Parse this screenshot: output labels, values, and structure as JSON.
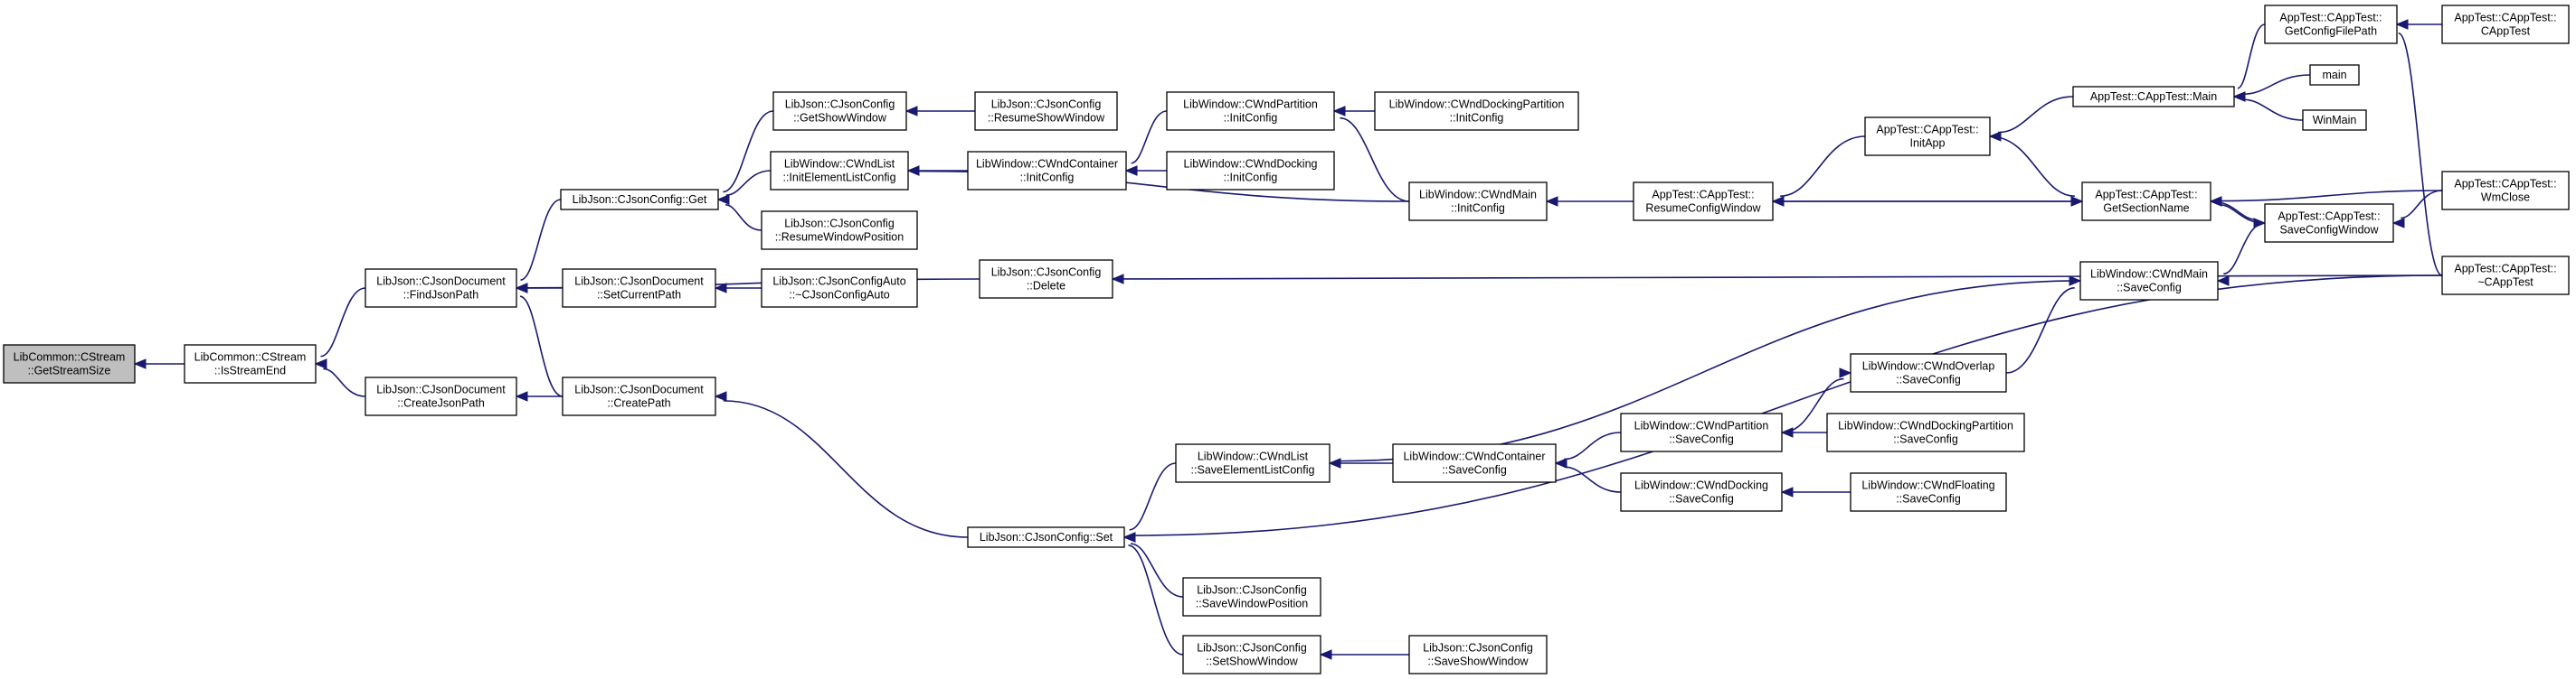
{
  "colors": {
    "edge": "#191970",
    "node_border": "#000000",
    "node_fill": "#ffffff",
    "root_fill": "#bfbfbf"
  },
  "nodes": [
    {
      "id": "getstreamsize",
      "lines": [
        "LibCommon::CStream",
        "::GetStreamSize"
      ],
      "root": true
    },
    {
      "id": "isstreamend",
      "lines": [
        "LibCommon::CStream",
        "::IsStreamEnd"
      ]
    },
    {
      "id": "findjsonpath",
      "lines": [
        "LibJson::CJsonDocument",
        "::FindJsonPath"
      ]
    },
    {
      "id": "createjsonpath",
      "lines": [
        "LibJson::CJsonDocument",
        "::CreateJsonPath"
      ]
    },
    {
      "id": "cfg_get",
      "lines": [
        "LibJson::CJsonConfig::Get"
      ]
    },
    {
      "id": "setcurrentpath",
      "lines": [
        "LibJson::CJsonDocument",
        "::SetCurrentPath"
      ]
    },
    {
      "id": "createpath",
      "lines": [
        "LibJson::CJsonDocument",
        "::CreatePath"
      ]
    },
    {
      "id": "cfg_delete",
      "lines": [
        "LibJson::CJsonConfig",
        "::Delete"
      ]
    },
    {
      "id": "cfg_set",
      "lines": [
        "LibJson::CJsonConfig::Set"
      ]
    },
    {
      "id": "getshowwindow",
      "lines": [
        "LibJson::CJsonConfig",
        "::GetShowWindow"
      ]
    },
    {
      "id": "list_initelem",
      "lines": [
        "LibWindow::CWndList",
        "::InitElementListConfig"
      ]
    },
    {
      "id": "resumewindowpos",
      "lines": [
        "LibJson::CJsonConfig",
        "::ResumeWindowPosition"
      ]
    },
    {
      "id": "cfgauto_dtor",
      "lines": [
        "LibJson::CJsonConfigAuto",
        "::~CJsonConfigAuto"
      ]
    },
    {
      "id": "resumeshowwindow",
      "lines": [
        "LibJson::CJsonConfig",
        "::ResumeShowWindow"
      ]
    },
    {
      "id": "container_init",
      "lines": [
        "LibWindow::CWndContainer",
        "::InitConfig"
      ]
    },
    {
      "id": "partition_init",
      "lines": [
        "LibWindow::CWndPartition",
        "::InitConfig"
      ]
    },
    {
      "id": "docking_init",
      "lines": [
        "LibWindow::CWndDocking",
        "::InitConfig"
      ]
    },
    {
      "id": "dockpart_init",
      "lines": [
        "LibWindow::CWndDockingPartition",
        "::InitConfig"
      ]
    },
    {
      "id": "main_init",
      "lines": [
        "LibWindow::CWndMain",
        "::InitConfig"
      ]
    },
    {
      "id": "resumeconfigwindow",
      "lines": [
        "AppTest::CAppTest::",
        "ResumeConfigWindow"
      ]
    },
    {
      "id": "initapp",
      "lines": [
        "AppTest::CAppTest::",
        "InitApp"
      ]
    },
    {
      "id": "apptest_main",
      "lines": [
        "AppTest::CAppTest::Main"
      ]
    },
    {
      "id": "getconfigfilepath",
      "lines": [
        "AppTest::CAppTest::",
        "GetConfigFilePath"
      ]
    },
    {
      "id": "ctor",
      "lines": [
        "AppTest::CAppTest::",
        "CAppTest"
      ]
    },
    {
      "id": "main",
      "lines": [
        "main"
      ]
    },
    {
      "id": "winmain",
      "lines": [
        "WinMain"
      ]
    },
    {
      "id": "getsectionname",
      "lines": [
        "AppTest::CAppTest::",
        "GetSectionName"
      ]
    },
    {
      "id": "saveconfigwindow",
      "lines": [
        "AppTest::CAppTest::",
        "SaveConfigWindow"
      ]
    },
    {
      "id": "wmclose",
      "lines": [
        "AppTest::CAppTest::",
        "WmClose"
      ]
    },
    {
      "id": "dtor",
      "lines": [
        "AppTest::CAppTest::",
        "~CAppTest"
      ]
    },
    {
      "id": "main_save",
      "lines": [
        "LibWindow::CWndMain",
        "::SaveConfig"
      ]
    },
    {
      "id": "overlap_save",
      "lines": [
        "LibWindow::CWndOverlap",
        "::SaveConfig"
      ]
    },
    {
      "id": "list_saveelem",
      "lines": [
        "LibWindow::CWndList",
        "::SaveElementListConfig"
      ]
    },
    {
      "id": "container_save",
      "lines": [
        "LibWindow::CWndContainer",
        "::SaveConfig"
      ]
    },
    {
      "id": "partition_save",
      "lines": [
        "LibWindow::CWndPartition",
        "::SaveConfig"
      ]
    },
    {
      "id": "dockpart_save",
      "lines": [
        "LibWindow::CWndDockingPartition",
        "::SaveConfig"
      ]
    },
    {
      "id": "docking_save",
      "lines": [
        "LibWindow::CWndDocking",
        "::SaveConfig"
      ]
    },
    {
      "id": "floating_save",
      "lines": [
        "LibWindow::CWndFloating",
        "::SaveConfig"
      ]
    },
    {
      "id": "savewindowpos",
      "lines": [
        "LibJson::CJsonConfig",
        "::SaveWindowPosition"
      ]
    },
    {
      "id": "setshowwindow",
      "lines": [
        "LibJson::CJsonConfig",
        "::SetShowWindow"
      ]
    },
    {
      "id": "saveshowwindow",
      "lines": [
        "LibJson::CJsonConfig",
        "::SaveShowWindow"
      ]
    }
  ],
  "edges": [
    {
      "from": "isstreamend",
      "to": "getstreamsize"
    },
    {
      "from": "findjsonpath",
      "to": "isstreamend"
    },
    {
      "from": "createjsonpath",
      "to": "isstreamend"
    },
    {
      "from": "cfg_get",
      "to": "findjsonpath"
    },
    {
      "from": "setcurrentpath",
      "to": "findjsonpath"
    },
    {
      "from": "createpath",
      "to": "findjsonpath"
    },
    {
      "from": "cfg_delete",
      "to": "findjsonpath"
    },
    {
      "from": "createpath",
      "to": "createjsonpath"
    },
    {
      "from": "getshowwindow",
      "to": "cfg_get"
    },
    {
      "from": "list_initelem",
      "to": "cfg_get"
    },
    {
      "from": "resumewindowpos",
      "to": "cfg_get"
    },
    {
      "from": "cfgauto_dtor",
      "to": "setcurrentpath"
    },
    {
      "from": "cfg_set",
      "to": "createpath"
    },
    {
      "from": "resumeshowwindow",
      "to": "getshowwindow"
    },
    {
      "from": "container_init",
      "to": "list_initelem"
    },
    {
      "from": "main_init",
      "to": "list_initelem"
    },
    {
      "from": "partition_init",
      "to": "container_init"
    },
    {
      "from": "docking_init",
      "to": "container_init"
    },
    {
      "from": "dockpart_init",
      "to": "partition_init"
    },
    {
      "from": "main_init",
      "to": "partition_init"
    },
    {
      "from": "resumeconfigwindow",
      "to": "main_init"
    },
    {
      "from": "initapp",
      "to": "resumeconfigwindow"
    },
    {
      "from": "getsectionname",
      "to": "resumeconfigwindow"
    },
    {
      "from": "apptest_main",
      "to": "initapp"
    },
    {
      "from": "getconfigfilepath",
      "to": "apptest_main"
    },
    {
      "from": "main",
      "to": "apptest_main"
    },
    {
      "from": "winmain",
      "to": "apptest_main"
    },
    {
      "from": "ctor",
      "to": "getconfigfilepath"
    },
    {
      "from": "initapp",
      "to": "getsectionname"
    },
    {
      "from": "resumeconfigwindow",
      "to": "getsectionname"
    },
    {
      "from": "saveconfigwindow",
      "to": "getsectionname"
    },
    {
      "from": "wmclose",
      "to": "getsectionname"
    },
    {
      "from": "getsectionname",
      "to": "saveconfigwindow"
    },
    {
      "from": "wmclose",
      "to": "saveconfigwindow"
    },
    {
      "from": "dtor",
      "to": "getconfigfilepath"
    },
    {
      "from": "dtor",
      "to": "cfg_delete"
    },
    {
      "from": "saveconfigwindow",
      "to": "main_save"
    },
    {
      "from": "main_save",
      "to": "list_saveelem"
    },
    {
      "from": "overlap_save",
      "to": "main_save"
    },
    {
      "from": "list_saveelem",
      "to": "cfg_set"
    },
    {
      "from": "container_save",
      "to": "list_saveelem"
    },
    {
      "from": "partition_save",
      "to": "container_save"
    },
    {
      "from": "docking_save",
      "to": "container_save"
    },
    {
      "from": "partition_save",
      "to": "overlap_save"
    },
    {
      "from": "dockpart_save",
      "to": "partition_save"
    },
    {
      "from": "floating_save",
      "to": "docking_save"
    },
    {
      "from": "savewindowpos",
      "to": "cfg_set"
    },
    {
      "from": "setshowwindow",
      "to": "cfg_set"
    },
    {
      "from": "saveshowwindow",
      "to": "setshowwindow"
    },
    {
      "from": "dtor",
      "to": "cfg_set"
    }
  ]
}
